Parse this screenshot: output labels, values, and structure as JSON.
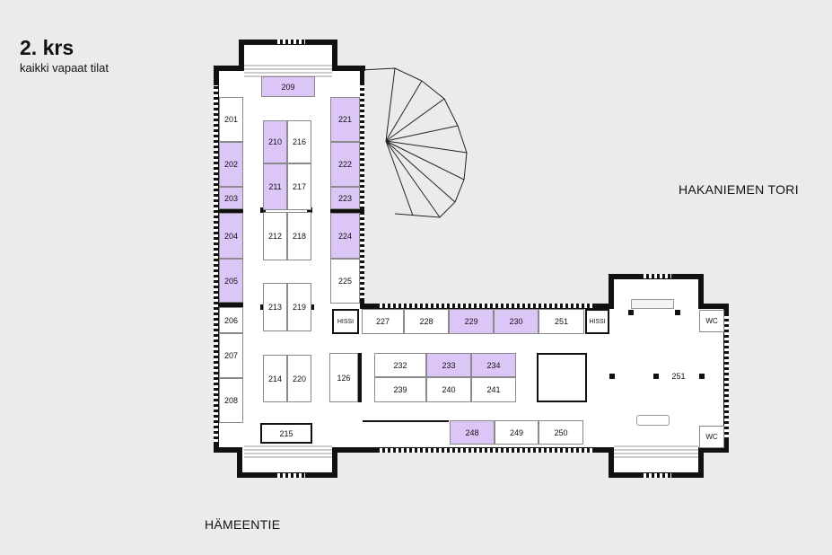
{
  "header": {
    "floor": "2. krs",
    "subtitle": "kaikki vapaat tilat"
  },
  "streets": {
    "east": "HAKANIEMEN TORI",
    "south": "HÄMEENTIE"
  },
  "colors": {
    "available": "#dcc6f7",
    "room": "#ffffff",
    "wall": "#111111",
    "background": "#ebebeb"
  },
  "rooms": [
    {
      "label": "209",
      "available": true
    },
    {
      "label": "201",
      "available": false
    },
    {
      "label": "202",
      "available": true
    },
    {
      "label": "203",
      "available": true
    },
    {
      "label": "204",
      "available": true
    },
    {
      "label": "205",
      "available": true
    },
    {
      "label": "206",
      "available": false
    },
    {
      "label": "207",
      "available": false
    },
    {
      "label": "208",
      "available": false
    },
    {
      "label": "210",
      "available": true
    },
    {
      "label": "216",
      "available": false
    },
    {
      "label": "211",
      "available": true
    },
    {
      "label": "217",
      "available": false
    },
    {
      "label": "212",
      "available": false
    },
    {
      "label": "218",
      "available": false
    },
    {
      "label": "213",
      "available": false
    },
    {
      "label": "219",
      "available": false
    },
    {
      "label": "214",
      "available": false
    },
    {
      "label": "220",
      "available": false
    },
    {
      "label": "215",
      "available": false
    },
    {
      "label": "221",
      "available": true
    },
    {
      "label": "222",
      "available": true
    },
    {
      "label": "223",
      "available": true
    },
    {
      "label": "224",
      "available": true
    },
    {
      "label": "225",
      "available": false
    },
    {
      "label": "126",
      "available": false
    },
    {
      "label": "HISSI",
      "available": false
    },
    {
      "label": "227",
      "available": false
    },
    {
      "label": "228",
      "available": false
    },
    {
      "label": "229",
      "available": true
    },
    {
      "label": "230",
      "available": true
    },
    {
      "label": "251",
      "available": false
    },
    {
      "label": "HISSI",
      "available": false
    },
    {
      "label": "232",
      "available": false
    },
    {
      "label": "233",
      "available": true
    },
    {
      "label": "234",
      "available": true
    },
    {
      "label": "239",
      "available": false
    },
    {
      "label": "240",
      "available": false
    },
    {
      "label": "241",
      "available": false
    },
    {
      "label": "248",
      "available": true
    },
    {
      "label": "249",
      "available": false
    },
    {
      "label": "250",
      "available": false
    },
    {
      "label": "251",
      "available": false
    },
    {
      "label": "WC",
      "available": false
    },
    {
      "label": "WC",
      "available": false
    }
  ]
}
